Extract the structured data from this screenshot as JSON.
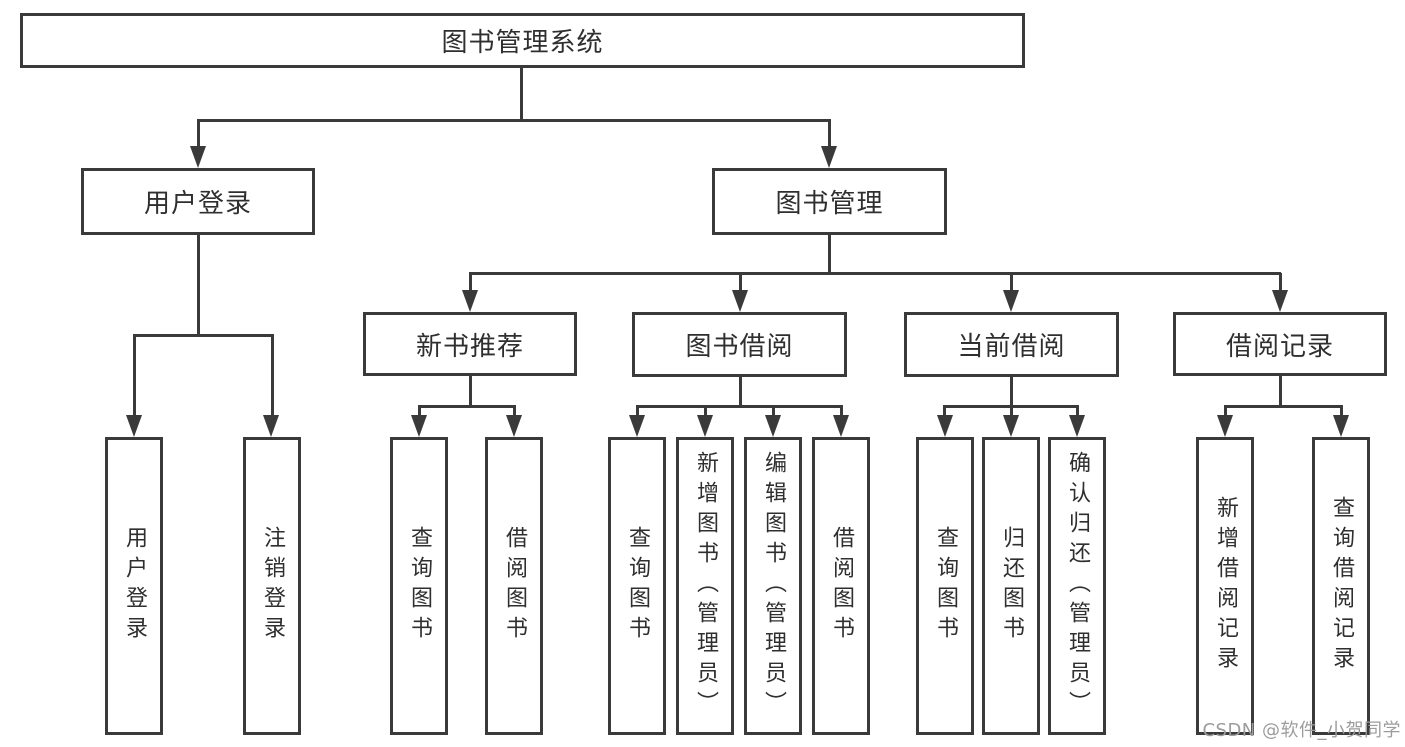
{
  "tree": {
    "root": {
      "label": "图书管理系统"
    },
    "level2": [
      {
        "label": "用户登录",
        "children": [
          {
            "label": "用户登录"
          },
          {
            "label": "注销登录"
          }
        ]
      },
      {
        "label": "图书管理",
        "children": [
          {
            "label": "新书推荐",
            "children": [
              {
                "label": "查询图书"
              },
              {
                "label": "借阅图书"
              }
            ]
          },
          {
            "label": "图书借阅",
            "children": [
              {
                "label": "查询图书"
              },
              {
                "label": "新增图书（管理员）"
              },
              {
                "label": "编辑图书（管理员）"
              },
              {
                "label": "借阅图书"
              }
            ]
          },
          {
            "label": "当前借阅",
            "children": [
              {
                "label": "查询图书"
              },
              {
                "label": "归还图书"
              },
              {
                "label": "确认归还（管理员）"
              }
            ]
          },
          {
            "label": "借阅记录",
            "children": [
              {
                "label": "新增借阅记录"
              },
              {
                "label": "查询借阅记录"
              }
            ]
          }
        ]
      }
    ]
  },
  "watermark": {
    "text": "CSDN @软件_小贺同学"
  },
  "colors": {
    "line": "#3a3a3a",
    "text": "#2f2f2f",
    "watermark": "#9c9c9c"
  }
}
